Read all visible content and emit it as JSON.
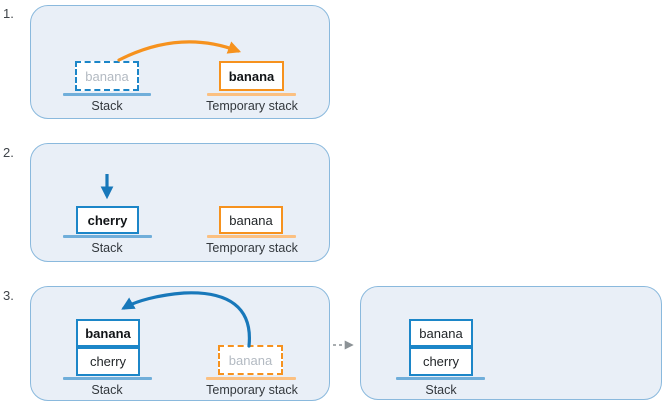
{
  "figure": {
    "description": "Three-step stack reversal diagram using a temporary stack",
    "steps": {
      "s1": {
        "number": "1.",
        "stack": {
          "label": "Stack",
          "ghost": "banana"
        },
        "temp": {
          "label": "Temporary stack",
          "top": "banana"
        }
      },
      "s2": {
        "number": "2.",
        "stack": {
          "label": "Stack",
          "top": "cherry"
        },
        "temp": {
          "label": "Temporary stack",
          "top": "banana"
        }
      },
      "s3": {
        "number": "3.",
        "stack": {
          "label": "Stack",
          "items": [
            "banana",
            "cherry"
          ]
        },
        "temp": {
          "label": "Temporary stack",
          "ghost": "banana"
        }
      },
      "result": {
        "stack": {
          "label": "Stack",
          "items": [
            "banana",
            "cherry"
          ]
        }
      }
    },
    "colors": {
      "blue": "#1c86c8",
      "arrow_blue": "#1878ba",
      "orange": "#f6921e",
      "gray_arrow": "#8c9296",
      "panel_fill": "#e9eff7",
      "panel_border": "#8ab9dd",
      "baseline_blue": "#70aeda",
      "baseline_orange": "#fbc081",
      "ghost_text": "#b3bac2"
    }
  }
}
